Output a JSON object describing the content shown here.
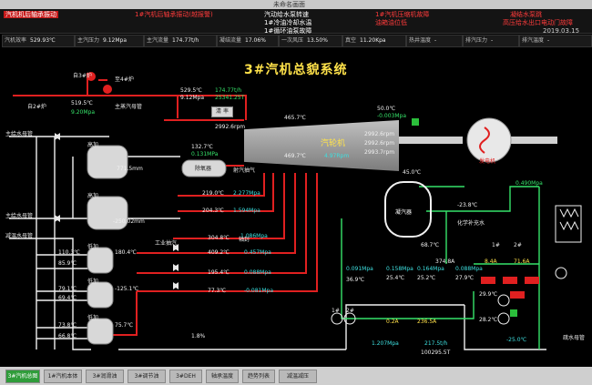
{
  "window": {
    "title": "未命名画面"
  },
  "alarm_bar": {
    "left_header": "汽机机后轴承振动",
    "items": [
      {
        "text": "1#汽机后轴承振动(越报警)",
        "color": "#ff3b3b"
      },
      {
        "text": "汽动给水泵转速",
        "color": "#ffffff"
      },
      {
        "text": "1#冷油冷却水温",
        "color": "#ffffff"
      },
      {
        "text": "1#循环油泵故障",
        "color": "#ffffff"
      },
      {
        "text": "1#汽机压缩机故障",
        "color": "#ff3b3b"
      },
      {
        "text": "油箱油位低",
        "color": "#ff3b3b"
      },
      {
        "text": "凝结水泵跳",
        "color": "#ff3b3b"
      },
      {
        "text": "高压给水出口电动门故障",
        "color": "#ff3b3b"
      }
    ],
    "right_stamp": "2019.03.15"
  },
  "info_row": [
    {
      "label": "汽机效率",
      "value": "529.93℃"
    },
    {
      "label": "主汽压力",
      "value": "9.12Mpa"
    },
    {
      "label": "主汽流量",
      "value": "174.77t/h"
    },
    {
      "label": "凝结流量",
      "value": "17.06%"
    },
    {
      "label": "一次风压",
      "value": "13.50%"
    },
    {
      "label": "真空",
      "value": "11.20Kpa"
    },
    {
      "label": "热井温度",
      "value": "-"
    },
    {
      "label": "排汽压力",
      "value": "-"
    },
    {
      "label": "排汽温度",
      "value": "-"
    }
  ],
  "page_title": "3#汽机总貌系统",
  "boilers": {
    "b3": "自3#炉",
    "b2": "自2#炉",
    "to_boiler": "至4#炉"
  },
  "main_steam": {
    "label": "主蒸汽母管",
    "temp": "519.5℃",
    "press": "9.20Mpa",
    "temp2": "529.5℃",
    "press2": "9.12Mpa",
    "flow": "174.77t/h",
    "total": "25341.25T"
  },
  "turbine": {
    "label": "汽轮机",
    "temp_in": "465.7℃",
    "temp_out": "469.7℃",
    "speed": "2992.6rpm",
    "thrust": "4.97Rpm"
  },
  "generator": {
    "label": "发电机",
    "r1": "2992.6rpm",
    "r2": "2992.6rpm",
    "r3": "2993.7rpm",
    "temp": "50.0℃",
    "press": "-0.003Mpa"
  },
  "condenser": {
    "label": "凝汽器",
    "temp": "45.0℃"
  },
  "heaters": {
    "h1": {
      "label": "高加",
      "level": "771.5mm"
    },
    "h2": {
      "label": "高加",
      "level": "-250.02mm"
    },
    "deaerator": {
      "label": "除氧器",
      "temp": "132.7℃",
      "press": "0.131MPa"
    },
    "l1": {
      "label": "低加",
      "t1": "110.3℃",
      "t2": "85.9℃",
      "t3": "180.4℃"
    },
    "l2": {
      "label": "低加",
      "t1": "79.1℃",
      "t2": "69.4℃",
      "t3": "-125.1℃"
    },
    "l3": {
      "label": "低加",
      "t1": "73.8℃",
      "t2": "66.8℃",
      "t3": "75.7℃"
    }
  },
  "extraction": [
    {
      "temp": "219.0℃",
      "press": "2.277Mpa"
    },
    {
      "temp": "204.3℃",
      "press": "1.594Mpa"
    },
    {
      "temp": "304.8℃",
      "press": "1.086Mpa"
    },
    {
      "temp": "409.2℃",
      "press": "0.457Mpa"
    },
    {
      "temp": "195.4℃",
      "press": "0.088Mpa"
    },
    {
      "temp": "77.3℃",
      "press": "-0.081Mpa"
    }
  ],
  "left_labels": [
    "主给水母管",
    "主给水母管",
    "减温水母管"
  ],
  "misc": {
    "industrial_steam": "工业抽汽",
    "shaft_seal": "轴封",
    "ejector": "射汽抽气",
    "condensate": "凝结水",
    "chem_water": "化学补充水",
    "deaerator_label": "除氧器",
    "lube_flow": "1.207Mpa",
    "lube_press": "217.5t/h",
    "counter": "100295.5T",
    "cool_water": "-23.8℃",
    "cool_press": "0.490Mpa",
    "temp_right": "68.7℃",
    "temp_r2": "374.8A",
    "press_r1": "0.091Mpa",
    "press_r2": "0.158Mpa",
    "press_r3": "0.164Mpa",
    "press_r4": "0.088Mpa",
    "t_a": "36.9℃",
    "t_b": "25.4℃",
    "t_c": "25.2℃",
    "t_d": "27.9℃",
    "amp_a": "0.2A",
    "amp_b": "236.5A",
    "amp_c": "8.4A",
    "amp_d": "71.6A",
    "temp_f": "29.9℃",
    "temp_g": "28.2℃",
    "temp_h": "-25.0℃",
    "bottom_flow": "1.8%",
    "drain": "疏水母管"
  },
  "pumps": [
    "1#",
    "2#",
    "1#",
    "2#"
  ],
  "tabs": [
    {
      "label": "3#汽机总图",
      "active": true
    },
    {
      "label": "1#汽机本体",
      "active": false
    },
    {
      "label": "3#润滑油",
      "active": false
    },
    {
      "label": "3#调节油",
      "active": false
    },
    {
      "label": "3#DEH",
      "active": false
    },
    {
      "label": "轴承温度",
      "active": false
    },
    {
      "label": "趋势列表",
      "active": false
    },
    {
      "label": "减温减压",
      "active": false
    }
  ],
  "colors": {
    "steam_red": "#e02020",
    "water_white": "#f0f0f0",
    "cool_green": "#36e36a",
    "accent_yellow": "#ffe24a",
    "cyan": "#3ee0e0"
  }
}
